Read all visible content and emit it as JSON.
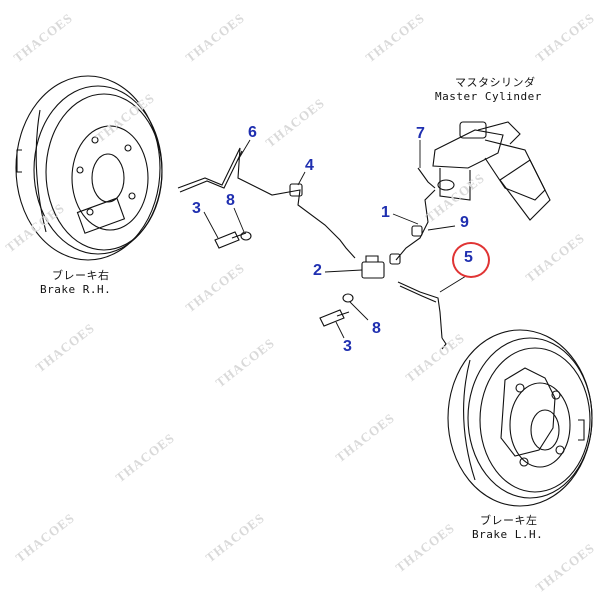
{
  "diagram": {
    "watermark": "THACOES",
    "master_cylinder": {
      "jp": "マスタシリンダ",
      "en": "Master Cylinder"
    },
    "brake_rh": {
      "jp": "ブレーキ右",
      "en": "Brake R.H."
    },
    "brake_lh": {
      "jp": "ブレーキ左",
      "en": "Brake L.H."
    },
    "callouts": [
      "6",
      "4",
      "7",
      "3",
      "8",
      "1",
      "9",
      "2",
      "5",
      "8",
      "3"
    ],
    "highlight_callout": "5",
    "colors": {
      "callout": "#1f2fb0",
      "highlight": "#e03434",
      "line": "#111111",
      "watermark": "#d9d9d9"
    }
  }
}
